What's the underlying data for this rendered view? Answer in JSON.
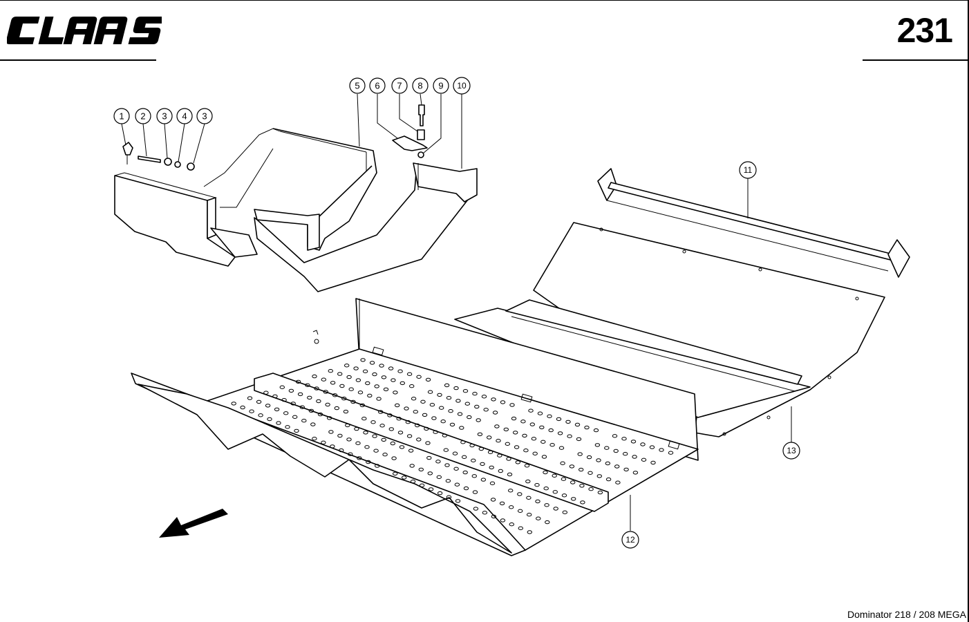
{
  "header": {
    "brand": "CLAAS",
    "page_number": "231"
  },
  "footer": {
    "model": "Dominator 218 / 208 MEGA"
  },
  "callouts": [
    "1",
    "2",
    "3",
    "4",
    "3",
    "5",
    "6",
    "7",
    "8",
    "9",
    "10",
    "11",
    "12",
    "13"
  ],
  "icons": {
    "logo": "claas-logo",
    "direction": "travel-direction-arrow-icon"
  }
}
